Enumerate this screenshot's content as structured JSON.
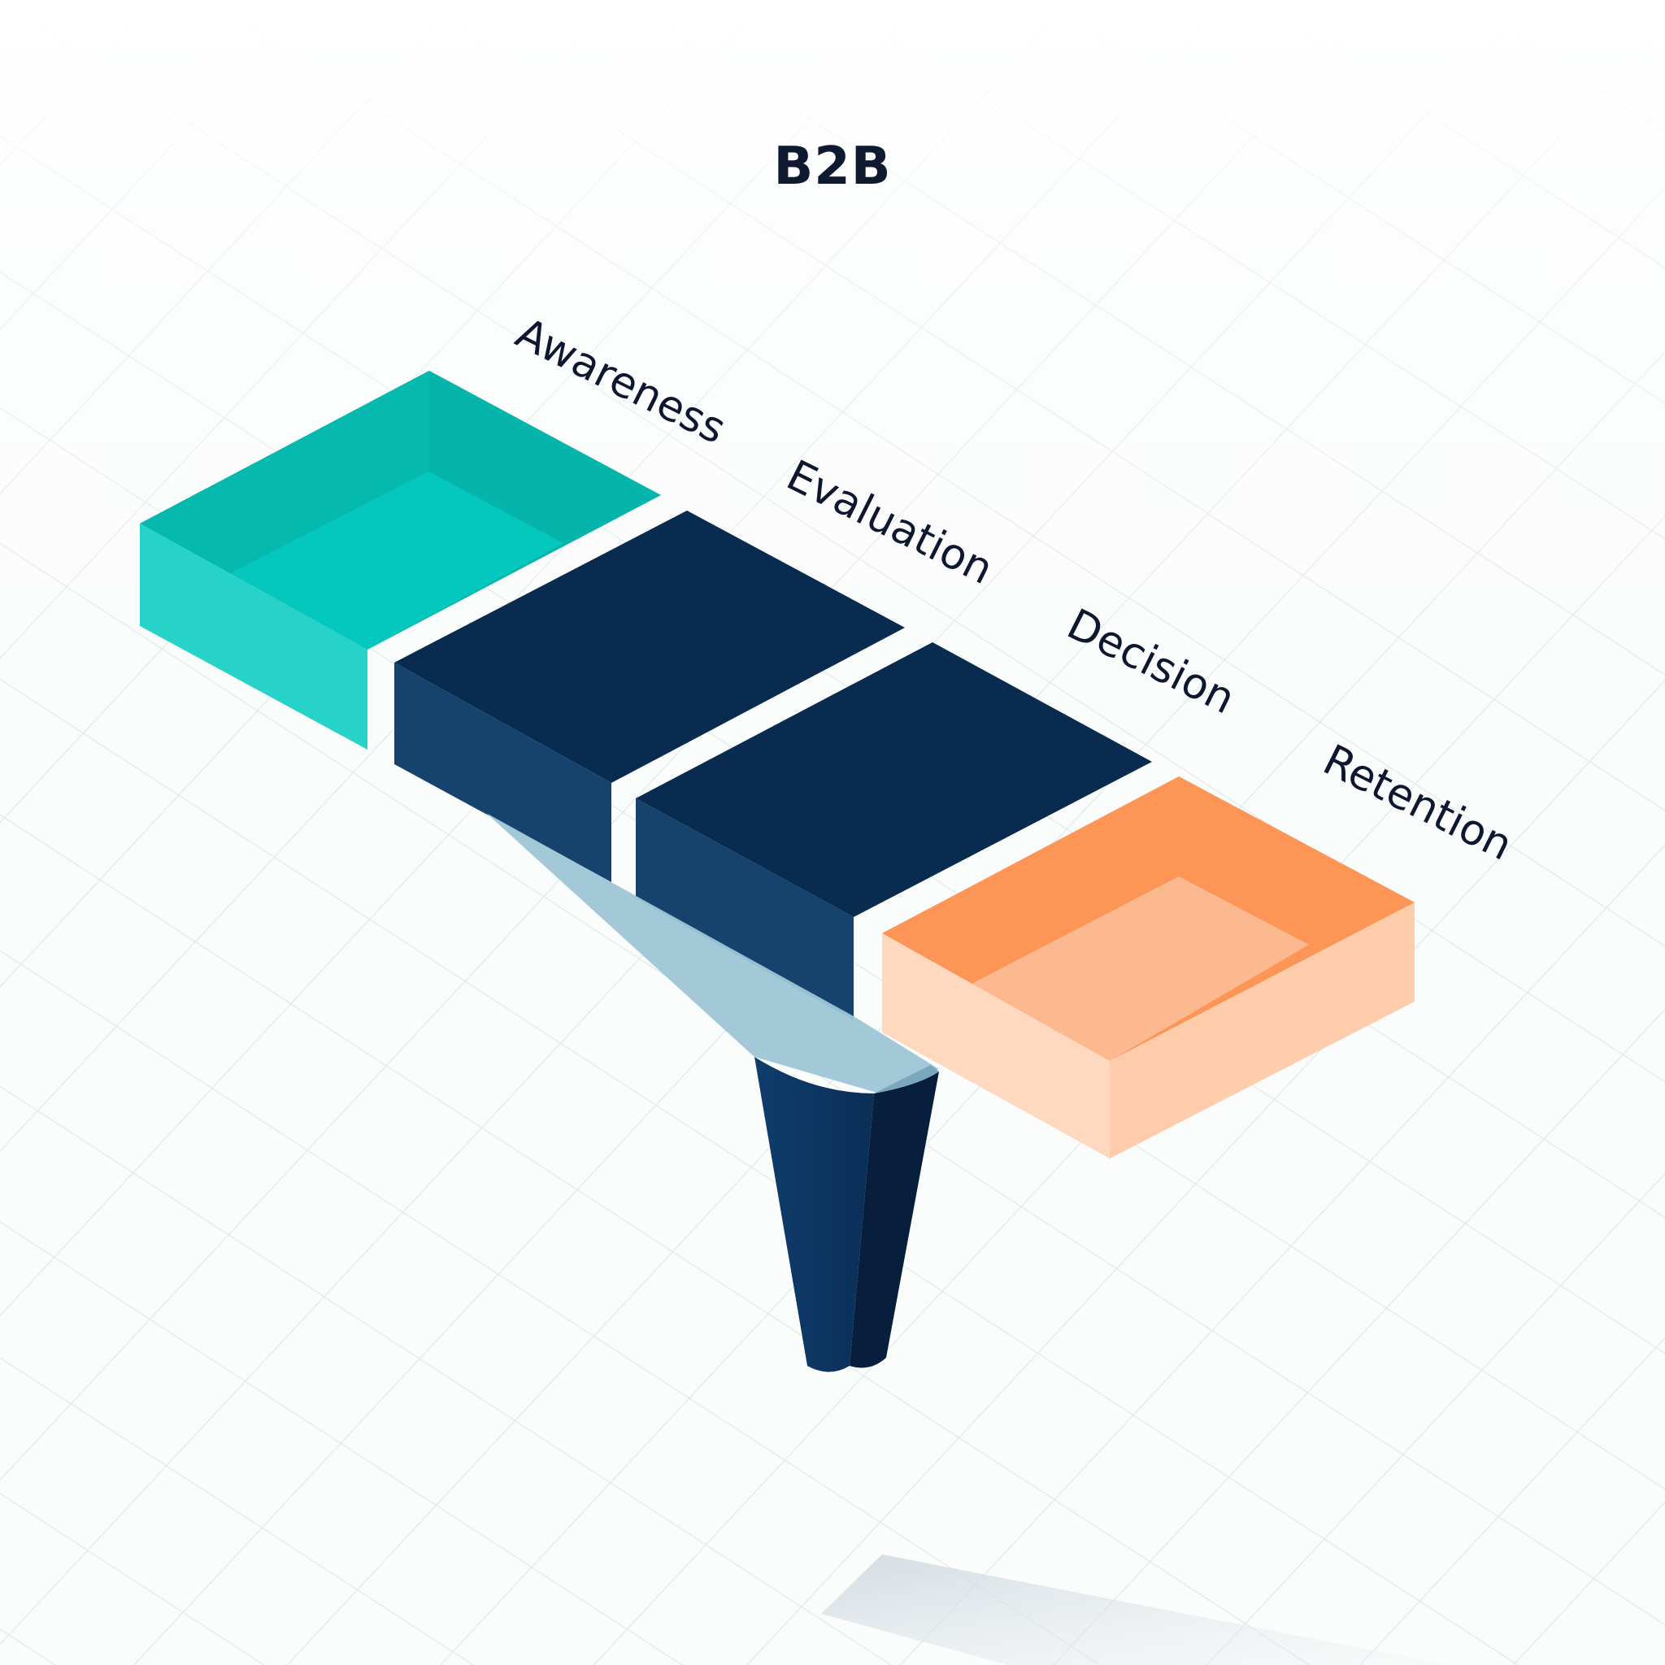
{
  "title": "B2B",
  "stages": [
    {
      "label": "Awareness",
      "color": "#1ec6bd",
      "shape": "open-box"
    },
    {
      "label": "Evaluation",
      "color": "#0a2d52",
      "shape": "solid-block"
    },
    {
      "label": "Decision",
      "color": "#0a2d52",
      "shape": "solid-block"
    },
    {
      "label": "Retention",
      "color": "#ff9a5a",
      "shape": "open-box"
    }
  ],
  "funnel": {
    "color": "#0d3a66",
    "wedge_color": "#9ec6d6"
  },
  "colors": {
    "teal": "#1ec6bd",
    "navy": "#0a2d52",
    "orange": "#ff9a5a",
    "peach": "#ffd6b8",
    "grid": "#e4e8ea",
    "shadow": "#dfe6ea"
  }
}
